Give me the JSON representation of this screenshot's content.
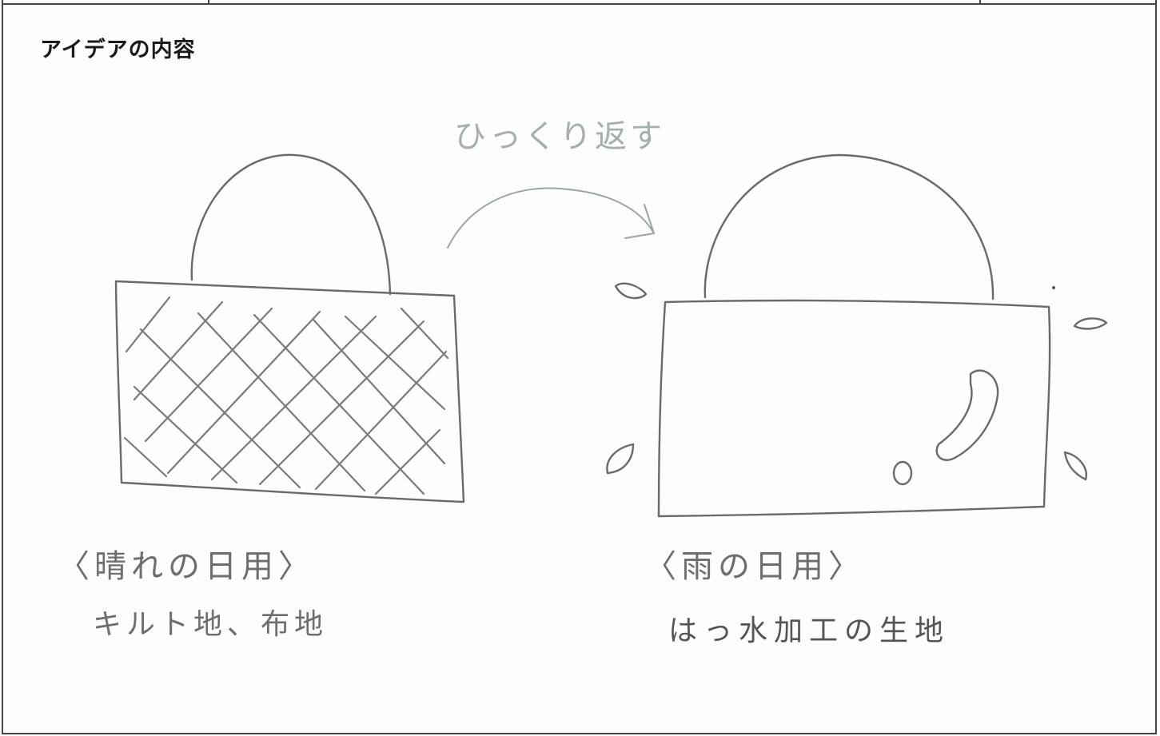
{
  "section": {
    "title": "アイデアの内容"
  },
  "sketch": {
    "flip_label": "ひっくり返す",
    "sunny": {
      "label": "〈晴れの日用〉",
      "material": "キルト地、布地"
    },
    "rainy": {
      "label": "〈雨の日用〉",
      "material": "はっ水加工の生地"
    }
  }
}
